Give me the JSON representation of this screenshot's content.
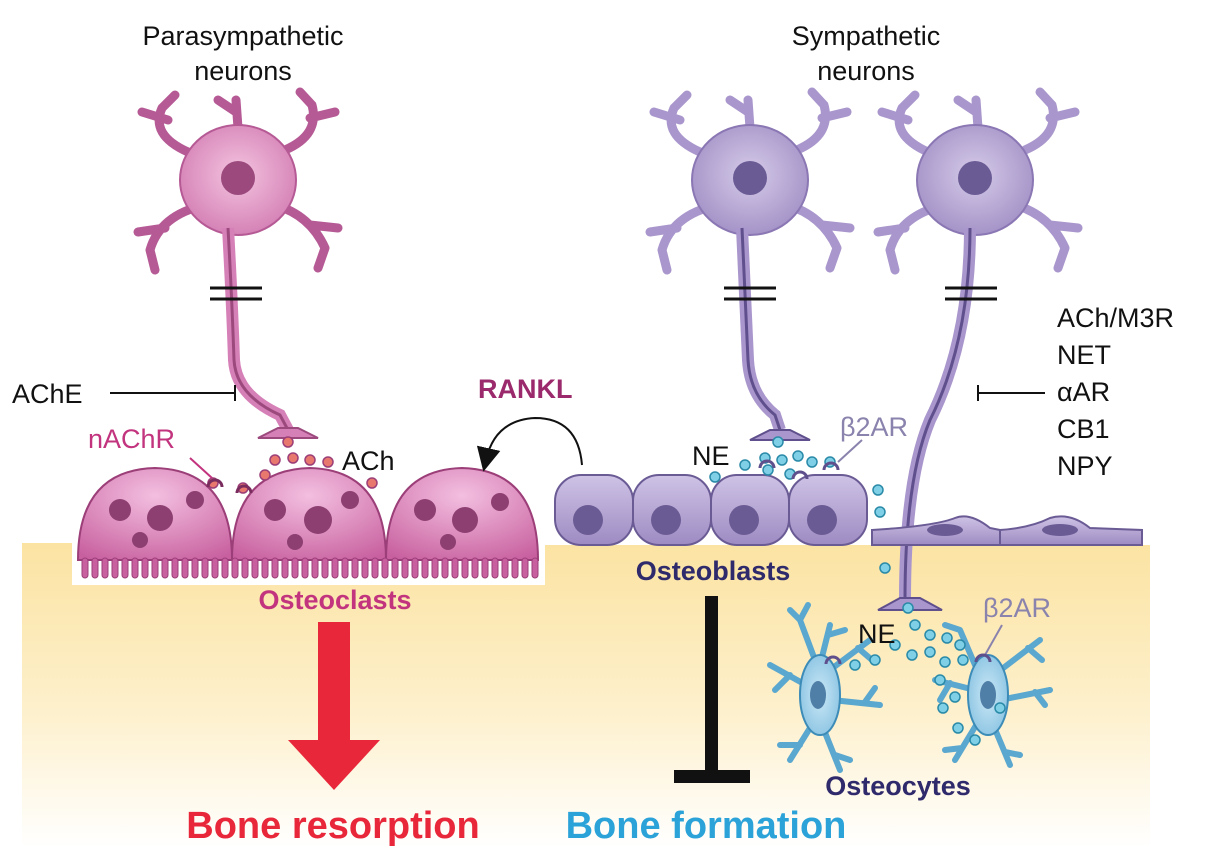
{
  "neurons": {
    "parasympathetic": [
      "Parasympathetic",
      "neurons"
    ],
    "sympathetic": [
      "Sympathetic",
      "neurons"
    ]
  },
  "labels": {
    "ache": "AChE",
    "nachr": "nAChR",
    "ach": "ACh",
    "rankl": "RANKL",
    "ne_upper": "NE",
    "ne_lower": "NE",
    "b2ar_upper": "β2AR",
    "b2ar_lower": "β2AR",
    "osteoclasts": "Osteoclasts",
    "osteoblasts": "Osteoblasts",
    "osteocytes": "Osteocytes"
  },
  "inhibitors": [
    "ACh/M3R",
    "NET",
    "αAR",
    "CB1",
    "NPY"
  ],
  "outcomes": {
    "resorption": "Bone resorption",
    "formation": "Bone formation"
  },
  "colors": {
    "parasympathetic": "#d680b8",
    "sympathetic": "#a996cc",
    "osteocyte": "#8fc6e3",
    "bone": "#fde9b0",
    "resorption": "#e8283a",
    "formation": "#2ba3d9",
    "osteoclast_label": "#c2347e",
    "osteoblast_label": "#2e2a6b",
    "rankl": "#9b2a6c",
    "b2ar": "#8a83ad"
  }
}
